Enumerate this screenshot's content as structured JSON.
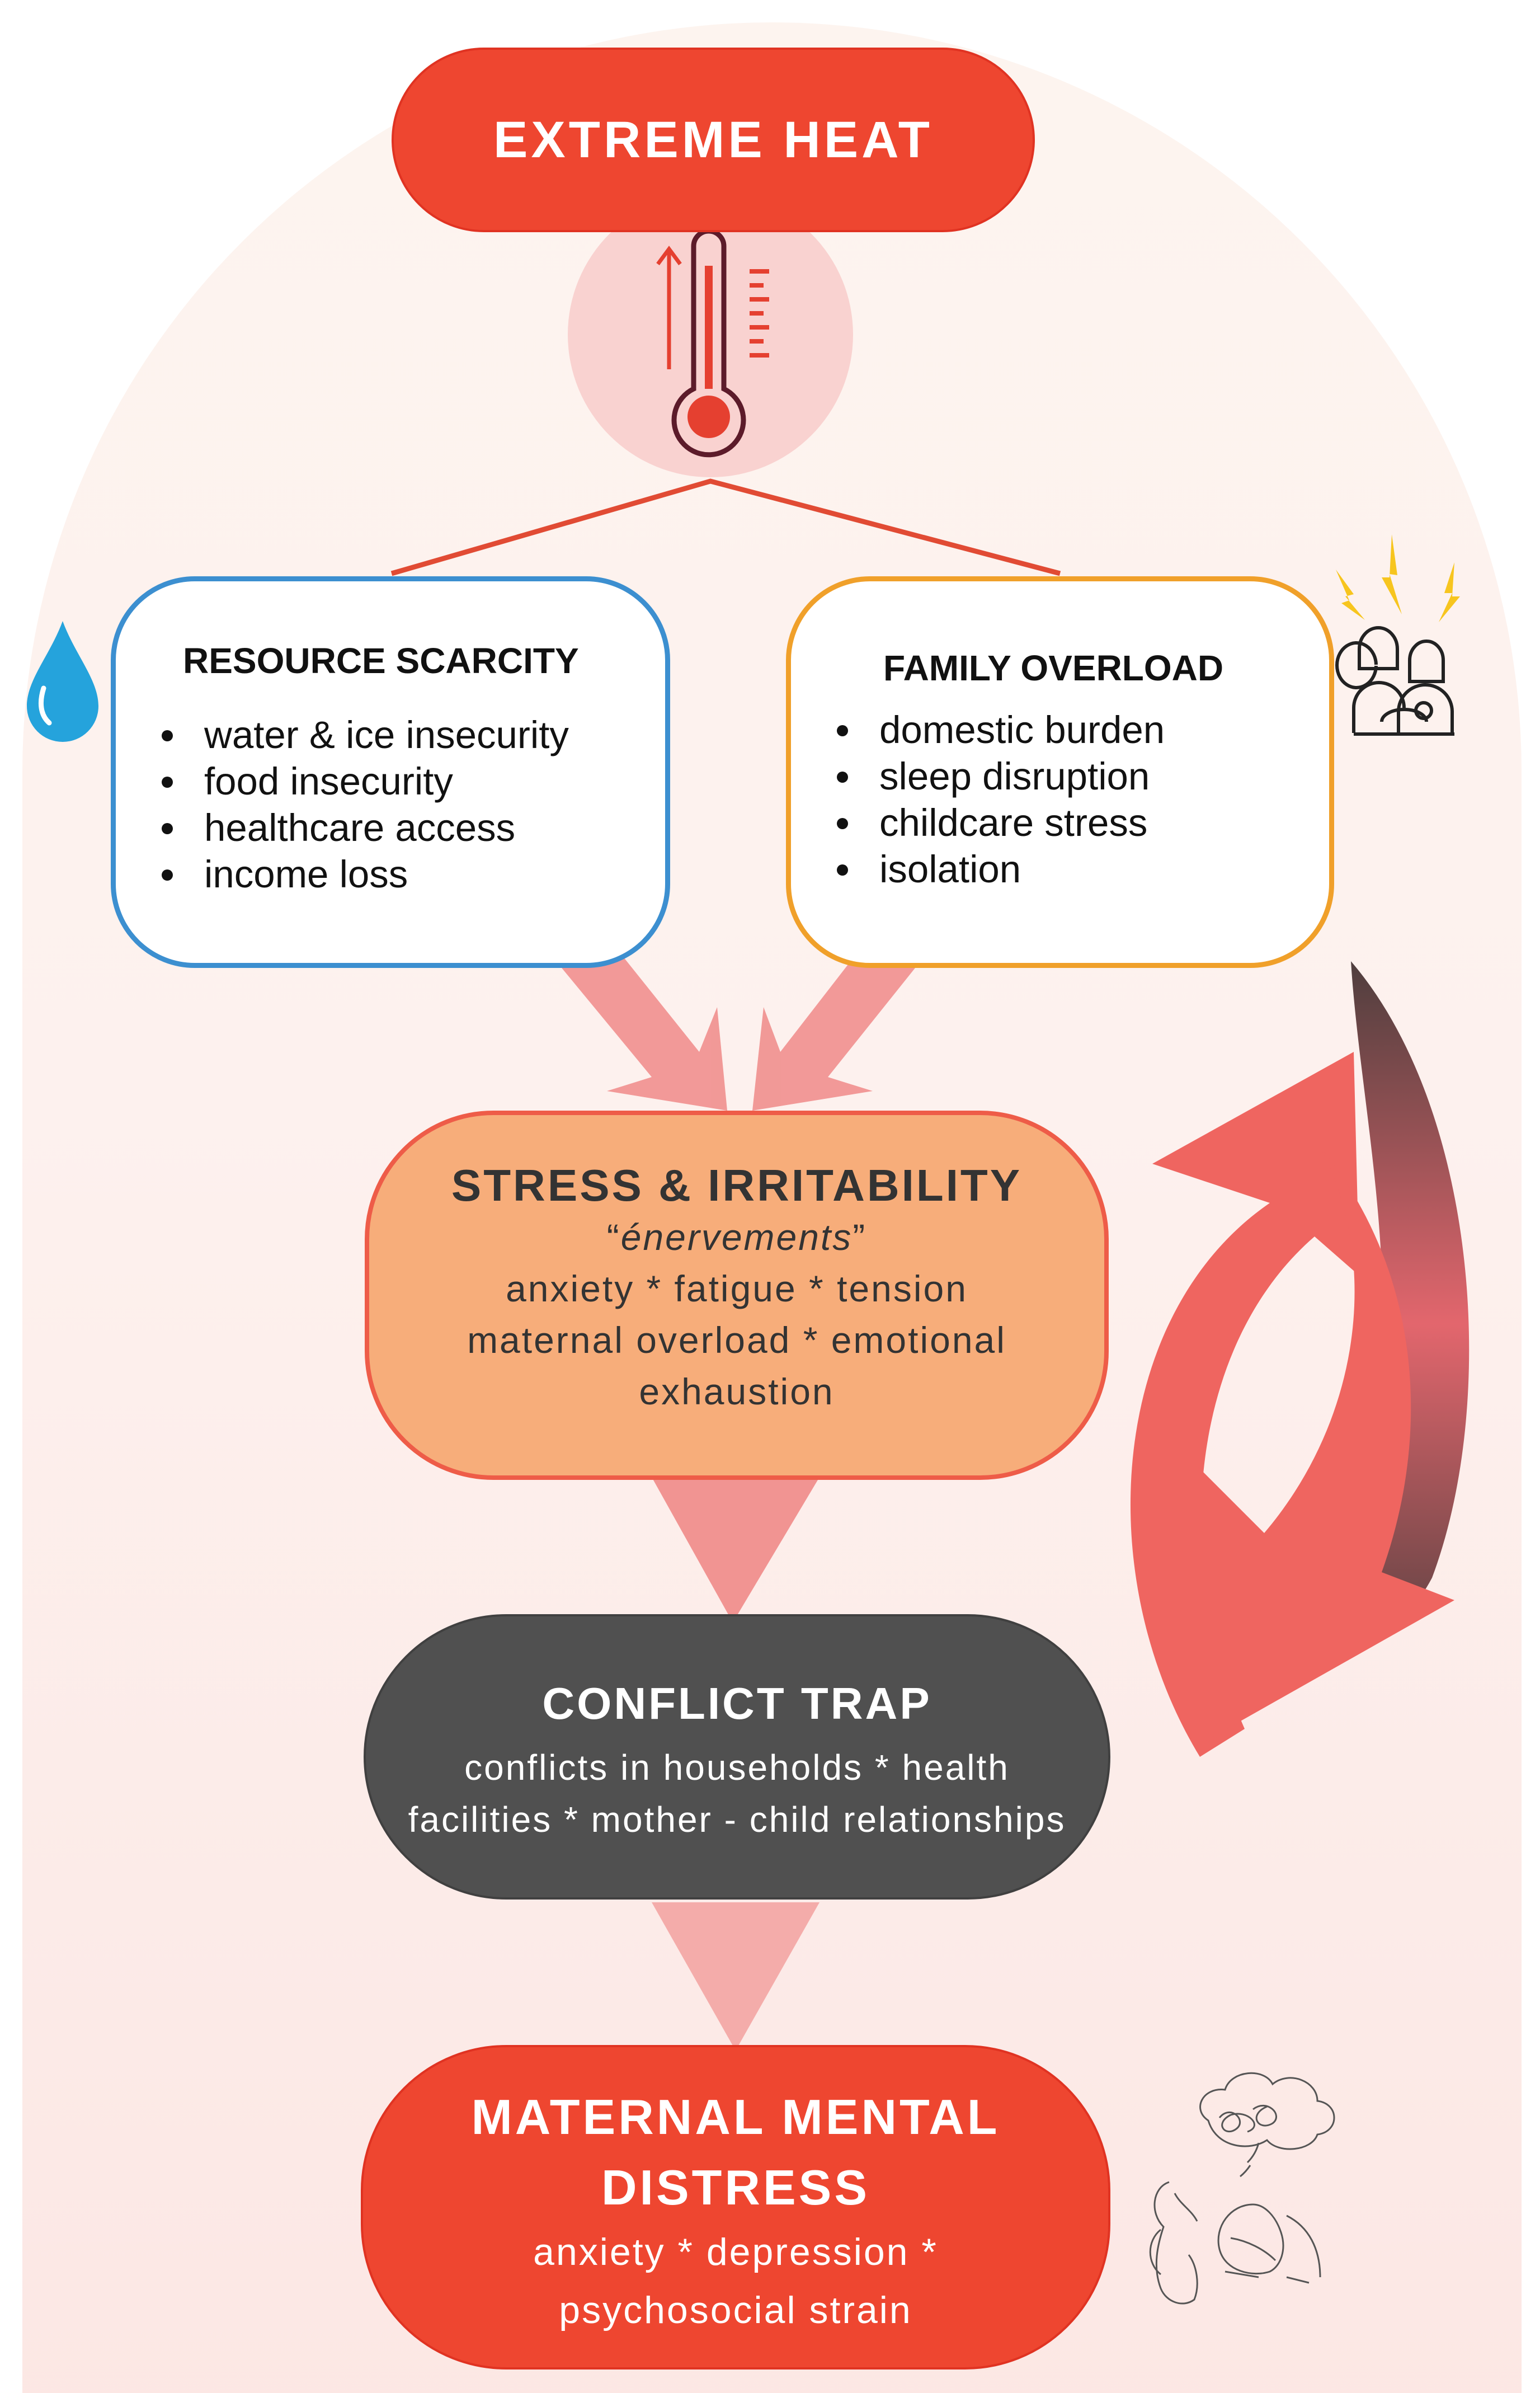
{
  "heat": {
    "title": "EXTREME HEAT"
  },
  "resource": {
    "title": "RESOURCE SCARCITY",
    "items": [
      "water & ice insecurity",
      "food insecurity",
      "healthcare access",
      "income loss"
    ]
  },
  "family": {
    "title": "FAMILY OVERLOAD",
    "items": [
      "domestic burden",
      "sleep disruption",
      "childcare stress",
      "isolation"
    ]
  },
  "stress": {
    "title": "STRESS & IRRITABILITY",
    "quote_open": "“",
    "quote_word": "énervements",
    "quote_close": "”",
    "line1": "anxiety * fatigue * tension",
    "line2": "maternal overload * emotional",
    "line3": "exhaustion"
  },
  "conflict": {
    "title": "CONFLICT TRAP",
    "line1": "conflicts in households * health",
    "line2": "facilities * mother - child relationships"
  },
  "distress": {
    "title_line1": "MATERNAL MENTAL",
    "title_line2": "DISTRESS",
    "line1": "anxiety * depression *",
    "line2": "psychosocial strain"
  },
  "colors": {
    "heat": "#ee4630",
    "resource_border": "#3c8fd0",
    "family_border": "#f0a02a",
    "stress_fill": "#f7ad7a",
    "conflict_fill": "#505050",
    "arrow": "#f08a88",
    "loop_arrow": "#ef6560"
  },
  "icons": [
    "thermometer-icon",
    "water-drop-icon",
    "lightning-icon",
    "family-icon",
    "distressed-mother-icon"
  ]
}
